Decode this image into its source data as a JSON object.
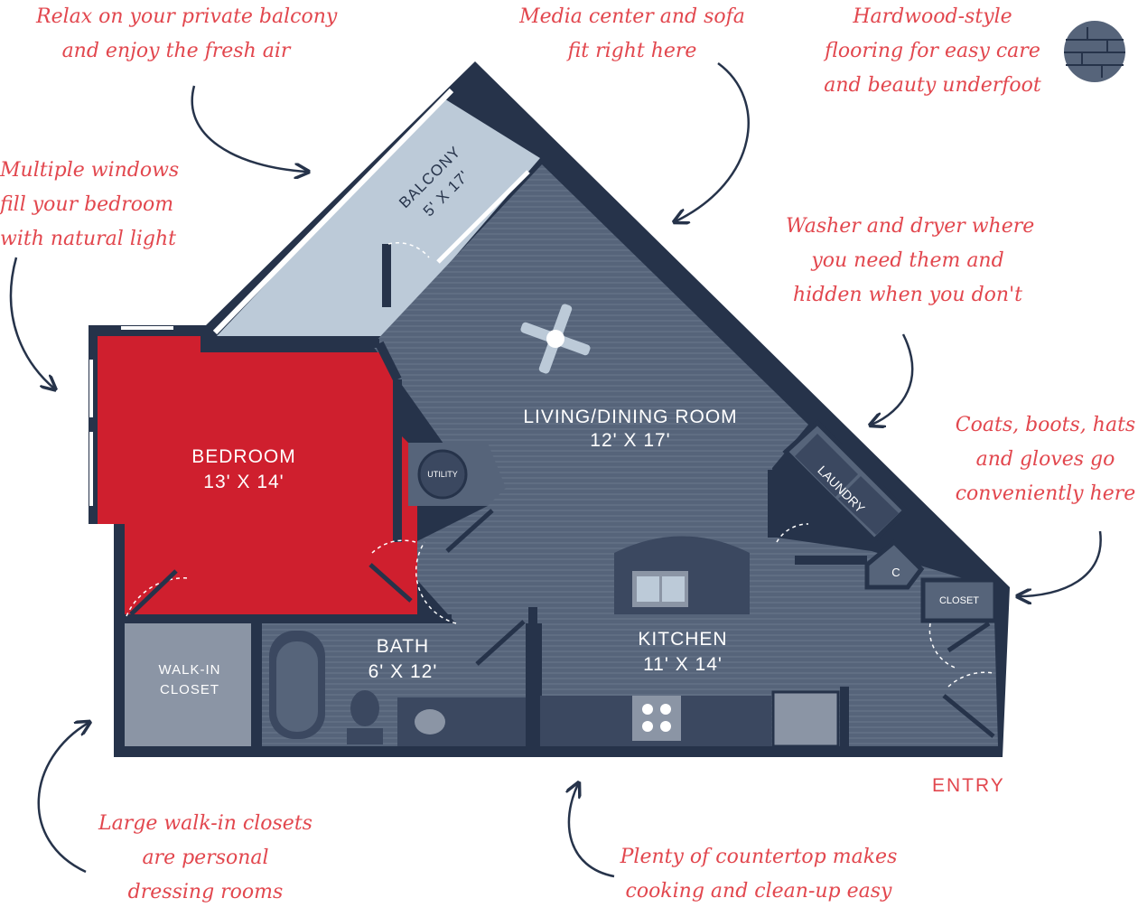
{
  "colors": {
    "wall": "#26334a",
    "floor": "#56647a",
    "balcony": "#bccad8",
    "bedroom": "#cf1f2e",
    "closet": "#8b95a5",
    "fixture": "#3b4860",
    "annotation": "#e2474e"
  },
  "rooms": {
    "balcony": {
      "name": "BALCONY",
      "size": "5' X 17'"
    },
    "living": {
      "name": "LIVING/DINING ROOM",
      "size": "12' X 17'"
    },
    "bedroom": {
      "name": "BEDROOM",
      "size": "13' X 14'"
    },
    "kitchen": {
      "name": "KITCHEN",
      "size": "11' X 14'"
    },
    "bath": {
      "name": "BATH",
      "size": "6' X 12'"
    },
    "walkin": {
      "line1": "WALK-IN",
      "line2": "CLOSET"
    },
    "utility": "UTILITY",
    "laundry": "LAUNDRY",
    "coat_closet": "C",
    "entry_closet": "CLOSET"
  },
  "entry_label": "ENTRY",
  "icons": [
    "ceiling-fan-icon",
    "brick-swatch-icon",
    "sink-icon",
    "stove-icon",
    "toilet-icon",
    "bathtub-icon"
  ],
  "annotations": {
    "balcony": [
      "Relax on your private balcony",
      "and enjoy the fresh air"
    ],
    "media": [
      "Media center and sofa",
      "fit right here"
    ],
    "flooring": [
      "Hardwood-style",
      "flooring for easy care",
      "and beauty underfoot"
    ],
    "windows": [
      "Multiple windows",
      "fill your bedroom",
      "with natural light"
    ],
    "laundry": [
      "Washer and dryer where",
      "you need them and",
      "hidden when you don't"
    ],
    "coats": [
      "Coats, boots, hats",
      "and gloves go",
      "conveniently here"
    ],
    "closets": [
      "Large walk-in closets",
      "are personal",
      "dressing rooms"
    ],
    "countertop": [
      "Plenty of countertop makes",
      "cooking and clean-up easy"
    ]
  }
}
